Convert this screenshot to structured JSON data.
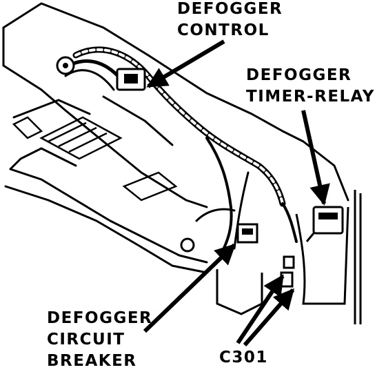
{
  "labels": {
    "defogger_control": [
      "DEFOGGER",
      "CONTROL"
    ],
    "defogger_timer_relay": [
      "DEFOGGER",
      "TIMER-RELAY"
    ],
    "defogger_circuit_breaker": [
      "DEFOGGER",
      "CIRCUIT",
      "BREAKER"
    ],
    "connector": "C301"
  },
  "colors": {
    "ink": "#000000",
    "paper": "#ffffff"
  }
}
